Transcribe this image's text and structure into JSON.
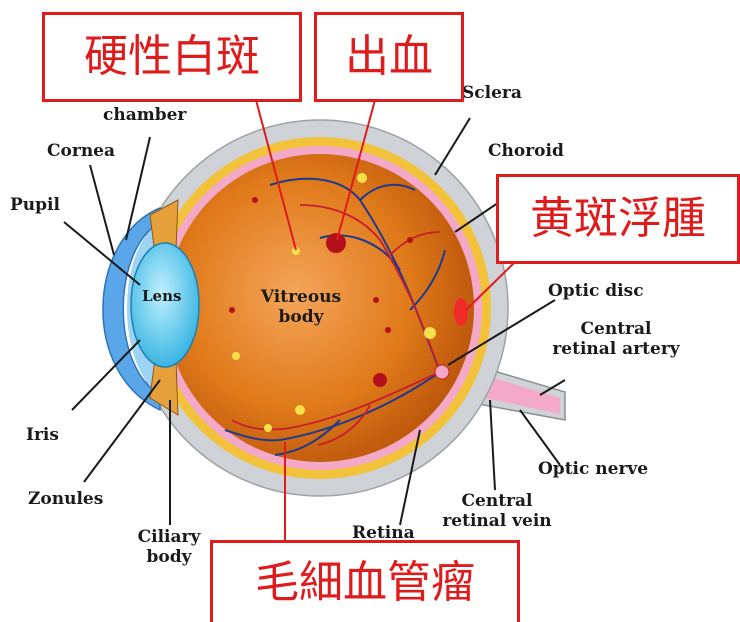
{
  "annotations": {
    "hard_exudate": "硬性白斑",
    "hemorrhage": "出血",
    "macular_edema": "黄斑浮腫",
    "microaneurysm": "毛細血管瘤"
  },
  "anatomy": {
    "chamber": "chamber",
    "cornea": "Cornea",
    "pupil": "Pupil",
    "lens": "Lens",
    "vitreous_body_line1": "Vitreous",
    "vitreous_body_line2": "body",
    "sclera": "Sclera",
    "choroid": "Choroid",
    "optic_disc": "Optic disc",
    "central_retinal_artery_line1": "Central",
    "central_retinal_artery_line2": "retinal artery",
    "optic_nerve": "Optic nerve",
    "central_retinal_vein_line1": "Central",
    "central_retinal_vein_line2": "retinal vein",
    "retina": "Retina",
    "iris": "Iris",
    "zonules": "Zonules",
    "ciliary_body_line1": "Ciliary",
    "ciliary_body_line2": "body"
  },
  "colors": {
    "annotation_red": "#e01b1b",
    "sclera_gray": "#cfd2d6",
    "choroid_yellow": "#f2c23a",
    "retina_pink": "#f4a9c8",
    "vitreous_orange": "#e07a1a",
    "lens_blue": "#4cc3ea",
    "vessel_blue": "#1d3a8f",
    "vessel_red": "#c81e2b"
  }
}
